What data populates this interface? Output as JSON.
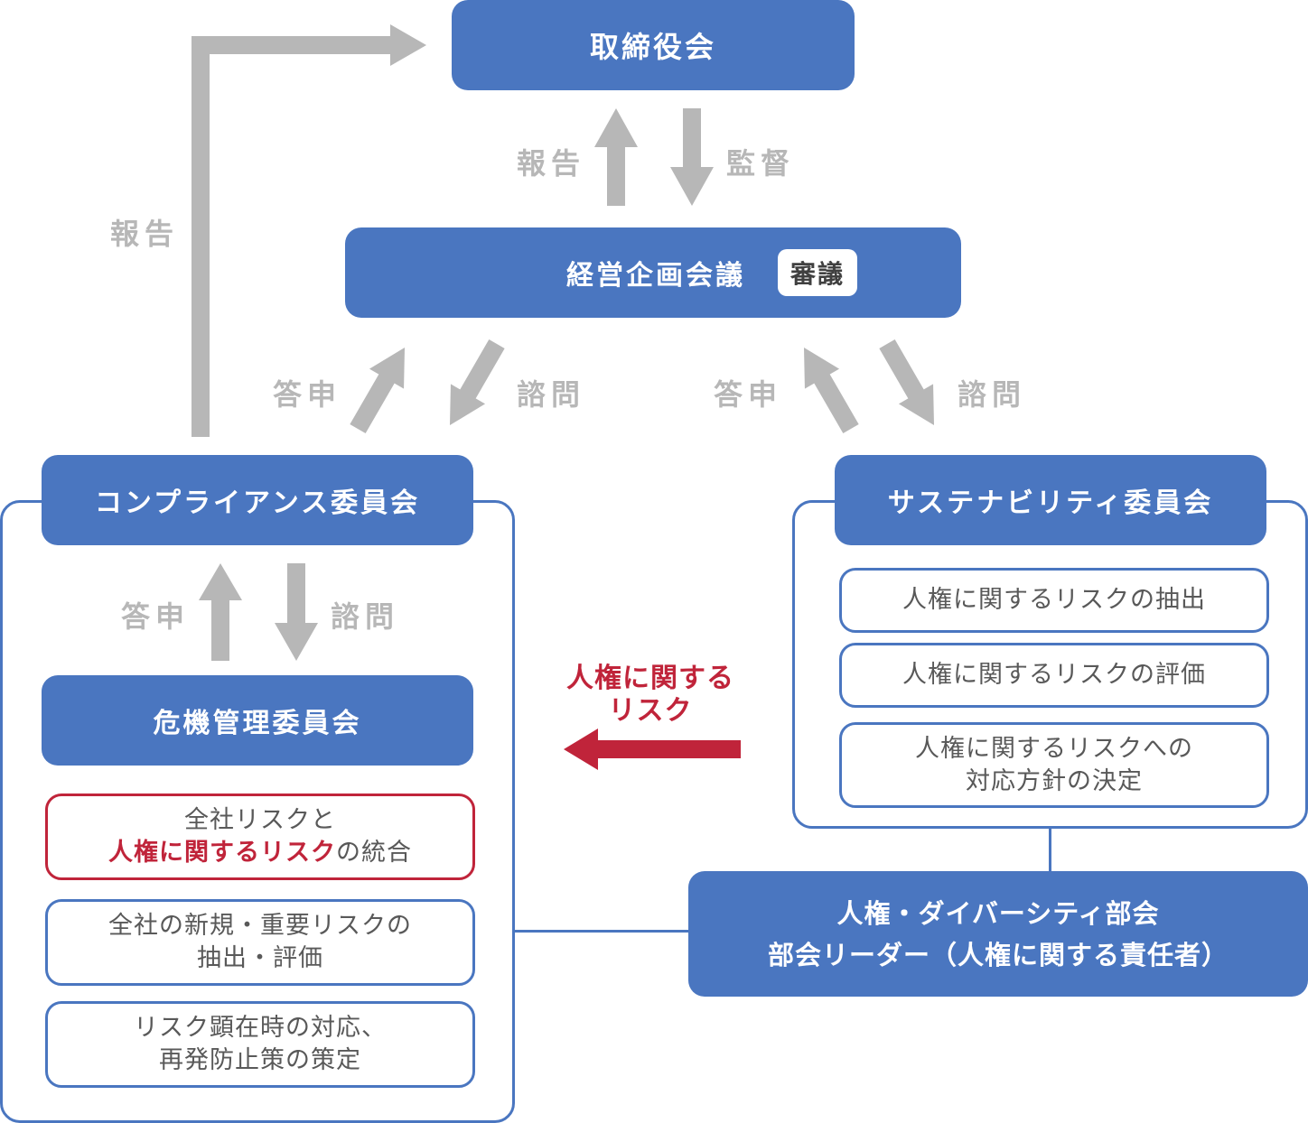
{
  "colors": {
    "node_blue": "#4a76c0",
    "arrow_gray": "#b7b7b7",
    "accent_red": "#c0243a",
    "text_gray": "#595959"
  },
  "nodes": {
    "board": "取締役会",
    "management_meeting": "経営企画会議",
    "management_meeting_badge": "審議",
    "compliance_committee": "コンプライアンス委員会",
    "crisis_committee": "危機管理委員会",
    "sustainability_committee": "サステナビリティ委員会",
    "hr_subcommittee_line1": "人権・ダイバーシティ部会",
    "hr_subcommittee_line2": "部会リーダー（人権に関する責任者）"
  },
  "flow_labels": {
    "report_left": "報告",
    "report_center": "報告",
    "supervise": "監督",
    "answer_left": "答申",
    "consult_left": "諮問",
    "answer_right": "答申",
    "consult_right": "諮問",
    "answer_inner": "答申",
    "consult_inner": "諮問"
  },
  "crisis_tasks": [
    {
      "line1": "全社リスクと",
      "line2_highlight": "人権に関するリスク",
      "line2_rest": "の統合"
    },
    {
      "line1": "全社の新規・重要リスクの",
      "line2": "抽出・評価"
    },
    {
      "line1": "リスク顕在時の対応、",
      "line2": "再発防止策の策定"
    }
  ],
  "sustainability_tasks": [
    {
      "line1": "人権に関するリスクの抽出"
    },
    {
      "line1": "人権に関するリスクの評価"
    },
    {
      "line1": "人権に関するリスクへの",
      "line2": "対応方針の決定"
    }
  ],
  "risk_flow": {
    "line1": "人権に関する",
    "line2": "リスク"
  }
}
